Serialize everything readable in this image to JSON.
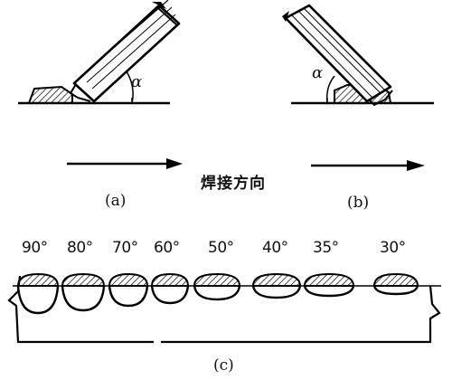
{
  "diagram": {
    "angle_symbol": "α",
    "direction_label": "焊接方向",
    "panel_labels": {
      "a": "(a)",
      "b": "(b)",
      "c": "(c)"
    },
    "angle_series": [
      {
        "label": "90°",
        "width": 44,
        "depth": 30
      },
      {
        "label": "80°",
        "width": 46,
        "depth": 27
      },
      {
        "label": "70°",
        "width": 42,
        "depth": 22
      },
      {
        "label": "60°",
        "width": 40,
        "depth": 19
      },
      {
        "label": "50°",
        "width": 50,
        "depth": 15
      },
      {
        "label": "40°",
        "width": 52,
        "depth": 13
      },
      {
        "label": "35°",
        "width": 54,
        "depth": 11
      },
      {
        "label": "30°",
        "width": 48,
        "depth": 9
      }
    ]
  }
}
